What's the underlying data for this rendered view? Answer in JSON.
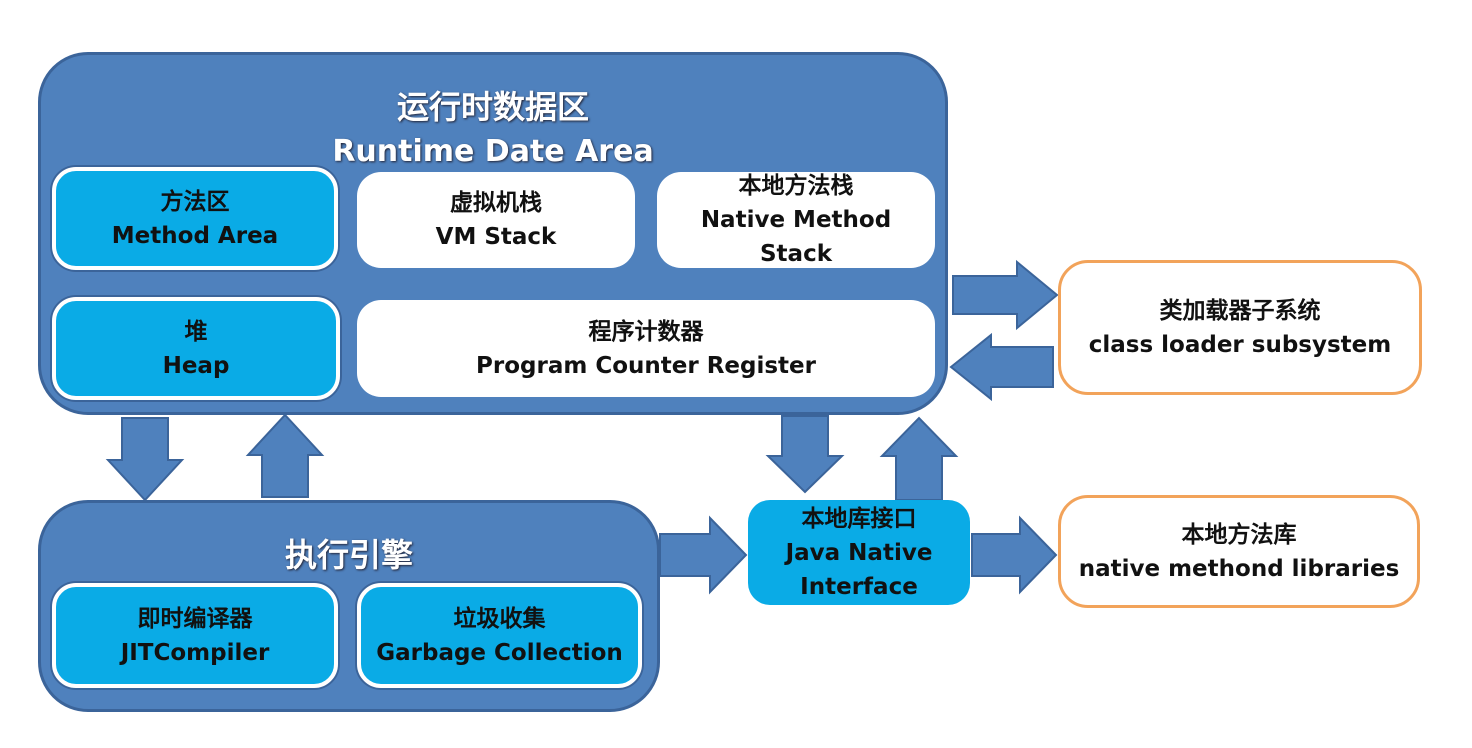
{
  "runtime_area": {
    "title_cn": "运行时数据区",
    "title_en": "Runtime Date Area",
    "method_area": {
      "cn": "方法区",
      "en": "Method Area"
    },
    "vm_stack": {
      "cn": "虚拟机栈",
      "en": "VM Stack"
    },
    "native_stack": {
      "cn": "本地方法栈",
      "en": "Native Method",
      "en2": "Stack"
    },
    "heap": {
      "cn": "堆",
      "en": "Heap"
    },
    "pc_register": {
      "cn": "程序计数器",
      "en": "Program Counter Register"
    }
  },
  "execution_engine": {
    "title": "执行引擎",
    "jit": {
      "cn": "即时编译器",
      "en": "JITCompiler"
    },
    "gc": {
      "cn": "垃圾收集",
      "en": "Garbage Collection"
    }
  },
  "jni": {
    "cn": "本地库接口",
    "en": "Java Native",
    "en2": "Interface"
  },
  "class_loader": {
    "cn": "类加载器子系统",
    "en": "class loader subsystem"
  },
  "native_libs": {
    "cn": "本地方法库",
    "en": "native methond libraries"
  },
  "colors": {
    "container": "#4f81bd",
    "highlight": "#0aabe6",
    "external_border": "#f2a35a"
  }
}
